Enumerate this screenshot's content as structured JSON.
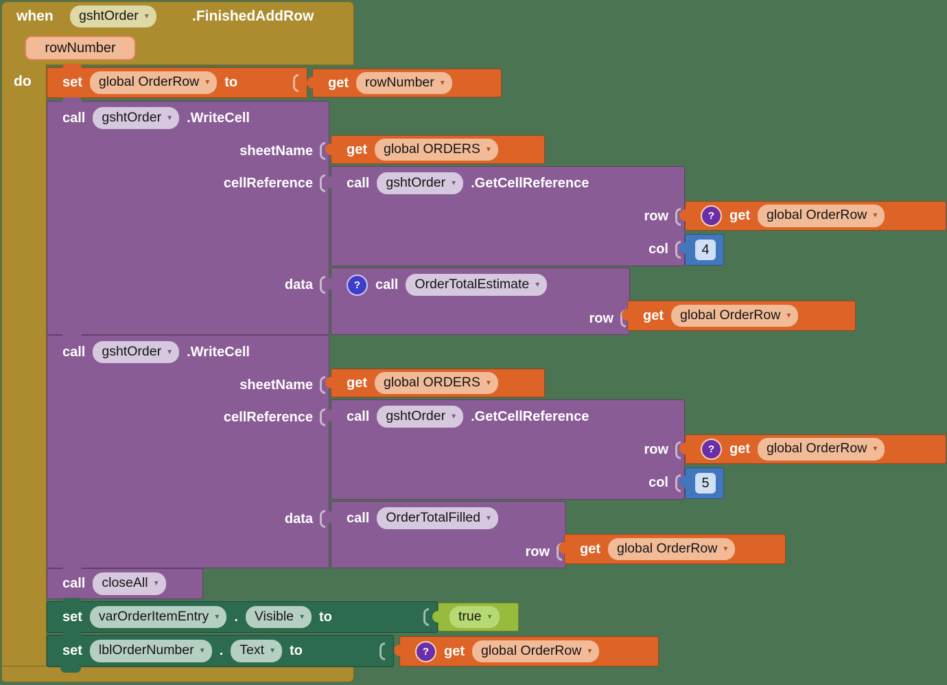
{
  "keywords": {
    "when": "when",
    "do": "do",
    "set": "set",
    "get": "get",
    "call": "call",
    "to": "to",
    "dot": "."
  },
  "icons": {
    "dropdown": "▾",
    "question": "?"
  },
  "colors": {
    "workspace_background": "#4b7452",
    "event_block": "#ac8c2e",
    "variable_block": "#dd6327",
    "component_call_block": "#8a5c96",
    "component_set_block": "#2c6b4f",
    "logic_block": "#97bb3d",
    "math_block": "#4377bd",
    "warning_badge_violet": "#6a2fa8",
    "warning_badge_indigo": "#3e3ccd"
  },
  "event": {
    "component": "gshtOrder",
    "name": ".FinishedAddRow",
    "param": "rowNumber"
  },
  "set_order_row": {
    "variable": "global OrderRow",
    "value_var": "rowNumber"
  },
  "write_cell_1": {
    "component": "gshtOrder",
    "method": ".WriteCell",
    "labels": {
      "sheetName": "sheetName",
      "cellReference": "cellReference",
      "data": "data"
    },
    "sheet": {
      "var": "global ORDERS"
    },
    "cell_ref": {
      "component": "gshtOrder",
      "method": ".GetCellReference",
      "row_label": "row",
      "col_label": "col",
      "row_var": "global OrderRow",
      "col_value": "4"
    },
    "data": {
      "proc": "OrderTotalEstimate",
      "row_label": "row",
      "row_var": "global OrderRow"
    }
  },
  "write_cell_2": {
    "component": "gshtOrder",
    "method": ".WriteCell",
    "labels": {
      "sheetName": "sheetName",
      "cellReference": "cellReference",
      "data": "data"
    },
    "sheet": {
      "var": "global ORDERS"
    },
    "cell_ref": {
      "component": "gshtOrder",
      "method": ".GetCellReference",
      "row_label": "row",
      "col_label": "col",
      "row_var": "global OrderRow",
      "col_value": "5"
    },
    "data": {
      "proc": "OrderTotalFilled",
      "row_label": "row",
      "row_var": "global OrderRow"
    }
  },
  "close_all": {
    "proc": "closeAll"
  },
  "set_visible": {
    "component": "varOrderItemEntry",
    "property": "Visible",
    "value": "true"
  },
  "set_text": {
    "component": "lblOrderNumber",
    "property": "Text",
    "value_var": "global OrderRow"
  }
}
